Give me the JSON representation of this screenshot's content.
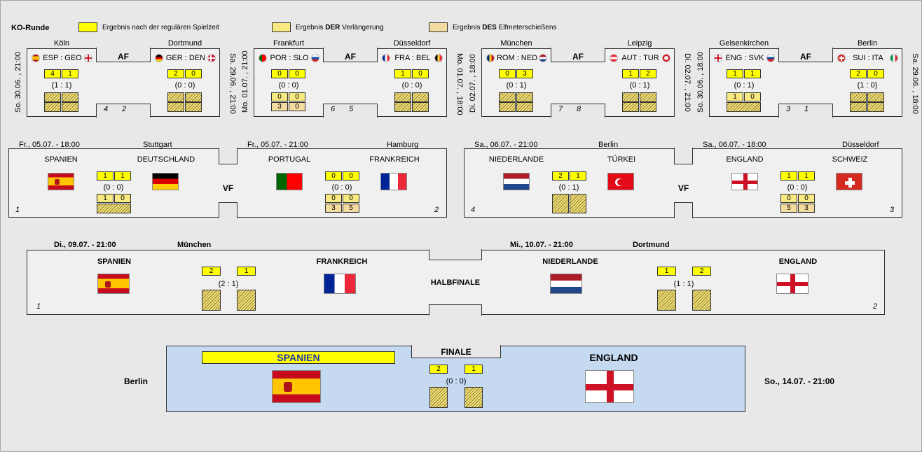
{
  "title": "KO-Runde",
  "legend": [
    {
      "prefix": "Ergebnis nach der regulären Spielzeit",
      "bold": "",
      "suffix": "",
      "color": "#ffff00"
    },
    {
      "prefix": "Ergebnis ",
      "bold": "DER",
      "suffix": " Verlängerung",
      "color": "#f8e980"
    },
    {
      "prefix": "Ergebnis ",
      "bold": "DES",
      "suffix": " Elfmeterschießens",
      "color": "#f4dba0"
    }
  ],
  "af_label": "AF",
  "af_groups": [
    {
      "left": {
        "city": "Köln",
        "teams": "ESP : GEO",
        "s1": "4",
        "s2": "1",
        "agg": "(1 : 1)",
        "num": "4",
        "date": "So. 30.06. , 21:00"
      },
      "right": {
        "city": "Dortmund",
        "teams": "GER : DEN",
        "s1": "2",
        "s2": "0",
        "agg": "(0 : 0)",
        "num": "2",
        "date": "Sa. 29.06. , 21:00"
      }
    },
    {
      "left": {
        "city": "Frankfurt",
        "teams": "POR : SLO",
        "s1": "0",
        "s2": "0",
        "agg": "(0 : 0)",
        "e1": "0",
        "e2": "0",
        "p1": "3",
        "p2": "0",
        "num": "6",
        "date": "Mo. 01.07. , 21:00"
      },
      "right": {
        "city": "Düsseldorf",
        "teams": "FRA : BEL",
        "s1": "1",
        "s2": "0",
        "agg": "(0 : 0)",
        "num": "5",
        "date": "Mo. 01.07. , 18:00"
      }
    },
    {
      "left": {
        "city": "München",
        "teams": "ROM : NED",
        "s1": "0",
        "s2": "3",
        "agg": "(0 : 1)",
        "num": "7",
        "date": "Di. 02.07. , 18:00"
      },
      "right": {
        "city": "Leipzig",
        "teams": "AUT : TUR",
        "s1": "1",
        "s2": "2",
        "agg": "(0 : 1)",
        "num": "8",
        "date": "Di. 02.07. , 21:00"
      }
    },
    {
      "left": {
        "city": "Gelsenkirchen",
        "teams": "ENG : SVK",
        "s1": "1",
        "s2": "1",
        "agg": "(0 : 1)",
        "e1": "1",
        "e2": "0",
        "num": "3",
        "date": "So. 30.06. , 18:00"
      },
      "right": {
        "city": "Berlin",
        "teams": "SUI : ITA",
        "s1": "2",
        "s2": "0",
        "agg": "(1 : 0)",
        "num": "1",
        "date": "Sa. 29.06. , 18:00"
      }
    }
  ],
  "vf_label": "VF",
  "vf_groups": [
    {
      "left": {
        "date": "Fr., 05.07. - 18:00",
        "city": "Stuttgart",
        "team1": "SPANIEN",
        "team2": "DEUTSCHLAND",
        "s1": "1",
        "s2": "1",
        "agg": "(0 : 0)",
        "e1": "1",
        "e2": "0",
        "num": "1"
      },
      "right": {
        "date": "Fr., 05.07. - 21:00",
        "city": "Hamburg",
        "team1": "PORTUGAL",
        "team2": "FRANKREICH",
        "s1": "0",
        "s2": "0",
        "agg": "(0 : 0)",
        "e1": "0",
        "e2": "0",
        "p1": "3",
        "p2": "5",
        "num": "2"
      }
    },
    {
      "left": {
        "date": "Sa., 06.07. - 21:00",
        "city": "Berlin",
        "team1": "NIEDERLANDE",
        "team2": "TÜRKEI",
        "s1": "2",
        "s2": "1",
        "agg": "(0 : 1)",
        "num": "4"
      },
      "right": {
        "date": "Sa., 06.07. - 18:00",
        "city": "Düsseldorf",
        "team1": "ENGLAND",
        "team2": "SCHWEIZ",
        "s1": "1",
        "s2": "1",
        "agg": "(0 : 0)",
        "e1": "0",
        "e2": "0",
        "p1": "5",
        "p2": "3",
        "num": "3"
      }
    }
  ],
  "hf_label": "HALBFINALE",
  "hf": [
    {
      "date": "Di., 09.07. - 21:00",
      "city": "München",
      "team1": "SPANIEN",
      "team2": "FRANKREICH",
      "s1": "2",
      "s2": "1",
      "agg": "(2 : 1)",
      "num": "1"
    },
    {
      "date": "Mi., 10.07. - 21:00",
      "city": "Dortmund",
      "team1": "NIEDERLANDE",
      "team2": "ENGLAND",
      "s1": "1",
      "s2": "2",
      "agg": "(1 : 1)",
      "num": "2"
    }
  ],
  "final": {
    "label": "FINALE",
    "team1": "SPANIEN",
    "team2": "ENGLAND",
    "s1": "2",
    "s2": "1",
    "agg": "(0 : 0)",
    "city": "Berlin",
    "date": "So., 14.07. - 21:00"
  },
  "colors": {
    "background": "#e8e8e8",
    "box": "#f0f0f0",
    "final_box": "#c5d9f1",
    "regular": "#ffff00",
    "extra": "#f8e980",
    "penalty": "#f4dba0"
  }
}
